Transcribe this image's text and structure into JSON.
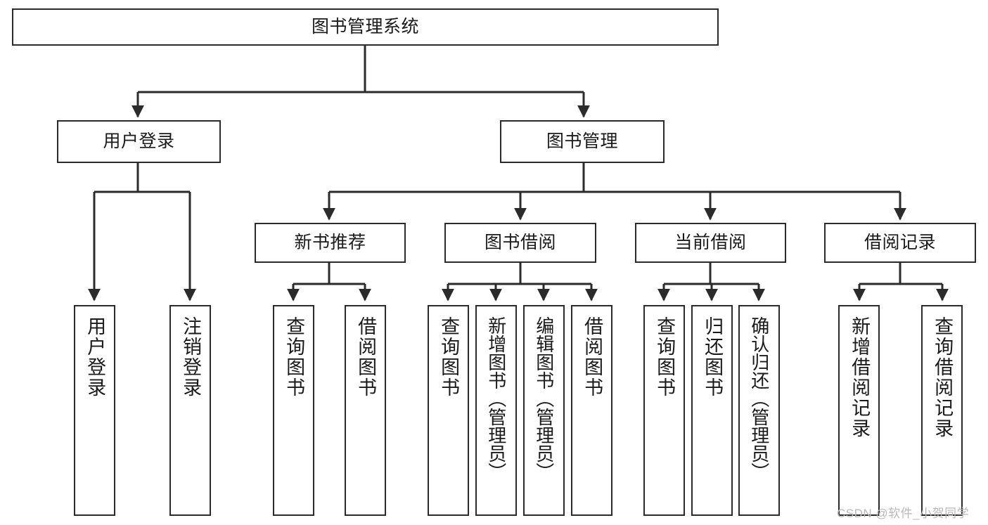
{
  "diagram": {
    "title": "图书管理系统",
    "type": "tree",
    "orientation": "top-down",
    "colors": {
      "box_border": "#2b2b2b",
      "box_fill": "#ffffff",
      "connector": "#2b2b2b",
      "text": "#1a1a1a",
      "watermark": "#b9b9b9",
      "background": "#ffffff"
    },
    "root": {
      "label": "图书管理系统",
      "children": [
        {
          "label": "用户登录",
          "children": [
            {
              "label": "用户登录"
            },
            {
              "label": "注销登录"
            }
          ]
        },
        {
          "label": "图书管理",
          "children": [
            {
              "label": "新书推荐",
              "children": [
                {
                  "label": "查询图书"
                },
                {
                  "label": "借阅图书"
                }
              ]
            },
            {
              "label": "图书借阅",
              "children": [
                {
                  "label": "查询图书"
                },
                {
                  "label": "新增图书（管理员）"
                },
                {
                  "label": "编辑图书（管理员）"
                },
                {
                  "label": "借阅图书"
                }
              ]
            },
            {
              "label": "当前借阅",
              "children": [
                {
                  "label": "查询图书"
                },
                {
                  "label": "归还图书"
                },
                {
                  "label": "确认归还（管理员）"
                }
              ]
            },
            {
              "label": "借阅记录",
              "children": [
                {
                  "label": "新增借阅记录"
                },
                {
                  "label": "查询借阅记录"
                }
              ]
            }
          ]
        }
      ]
    }
  },
  "nodes": {
    "root": "图书管理系统",
    "l2": {
      "user_login": "用户登录",
      "book_manage": "图书管理"
    },
    "l3": {
      "new_book_rec": "新书推荐",
      "book_borrow": "图书借阅",
      "current_borrow": "当前借阅",
      "borrow_record": "借阅记录"
    },
    "leaves": {
      "user_login": "用户登录",
      "logout": "注销登录",
      "query_book_a": "查询图书",
      "borrow_book_a": "借阅图书",
      "query_book_b": "查询图书",
      "add_book_admin": "新增图书（管理员）",
      "edit_book_admin": "编辑图书（管理员）",
      "borrow_book_b": "借阅图书",
      "query_book_c": "查询图书",
      "return_book": "归还图书",
      "confirm_return_admin": "确认归还（管理员）",
      "add_borrow_record": "新增借阅记录",
      "query_borrow_record": "查询借阅记录"
    }
  },
  "watermark": {
    "text": "CSDN @软件_小贺同学"
  }
}
